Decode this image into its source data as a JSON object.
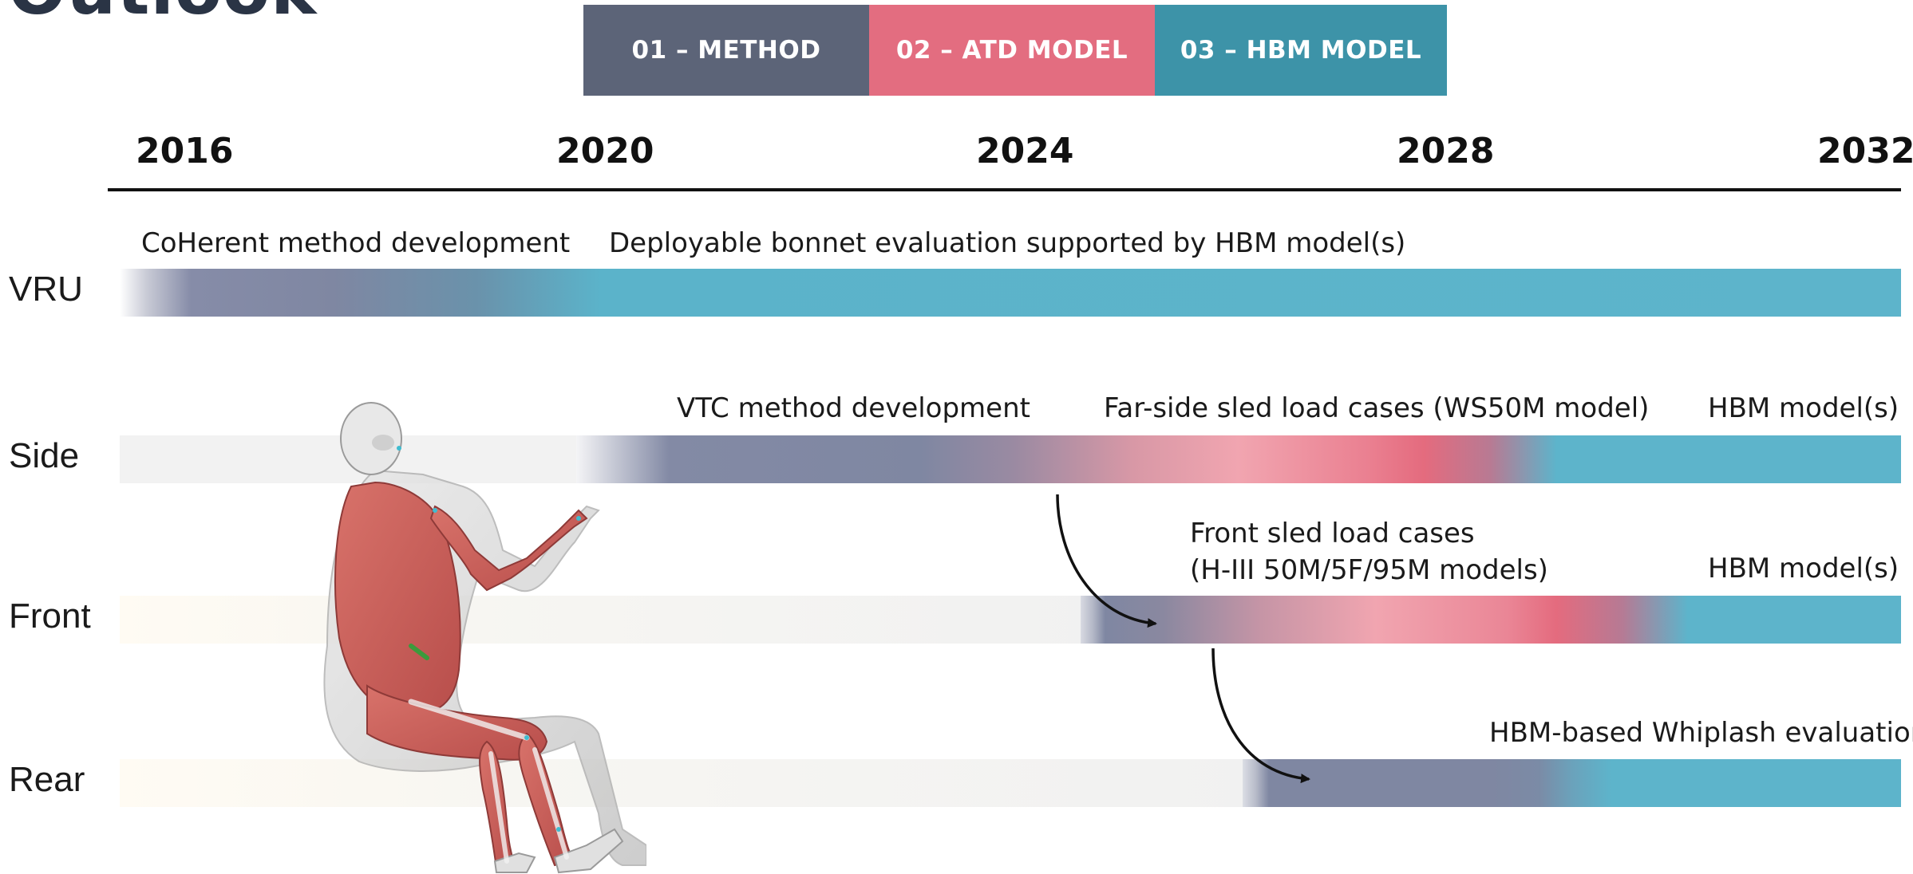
{
  "title": "Outlook",
  "legend": [
    {
      "label": "01 – METHOD",
      "color": "#5c6478"
    },
    {
      "label": "02 – ATD MODEL",
      "color": "#e36d80"
    },
    {
      "label": "03 – HBM MODEL",
      "color": "#3d93a8"
    }
  ],
  "timeline": {
    "years": [
      "2016",
      "2020",
      "2024",
      "2028",
      "2032"
    ]
  },
  "rows": {
    "vru": {
      "label": "VRU",
      "phases": [
        "CoHerent method development",
        "Deployable bonnet evaluation supported by HBM model(s)"
      ]
    },
    "side": {
      "label": "Side",
      "phases": [
        "VTC method development",
        "Far-side sled load cases (WS50M model)",
        "HBM model(s)"
      ]
    },
    "front": {
      "label": "Front",
      "phase1_line1": "Front sled load cases",
      "phase1_line2": "(H-III 50M/5F/95M models)",
      "phase2": "HBM model(s)"
    },
    "rear": {
      "label": "Rear",
      "phase": "HBM-based Whiplash evaluation"
    }
  },
  "colors": {
    "method": "#7f87a2",
    "atd": "#e46b7e",
    "hbm": "#5db4cb"
  },
  "figure_icon": "seated-human-body-model-icon"
}
